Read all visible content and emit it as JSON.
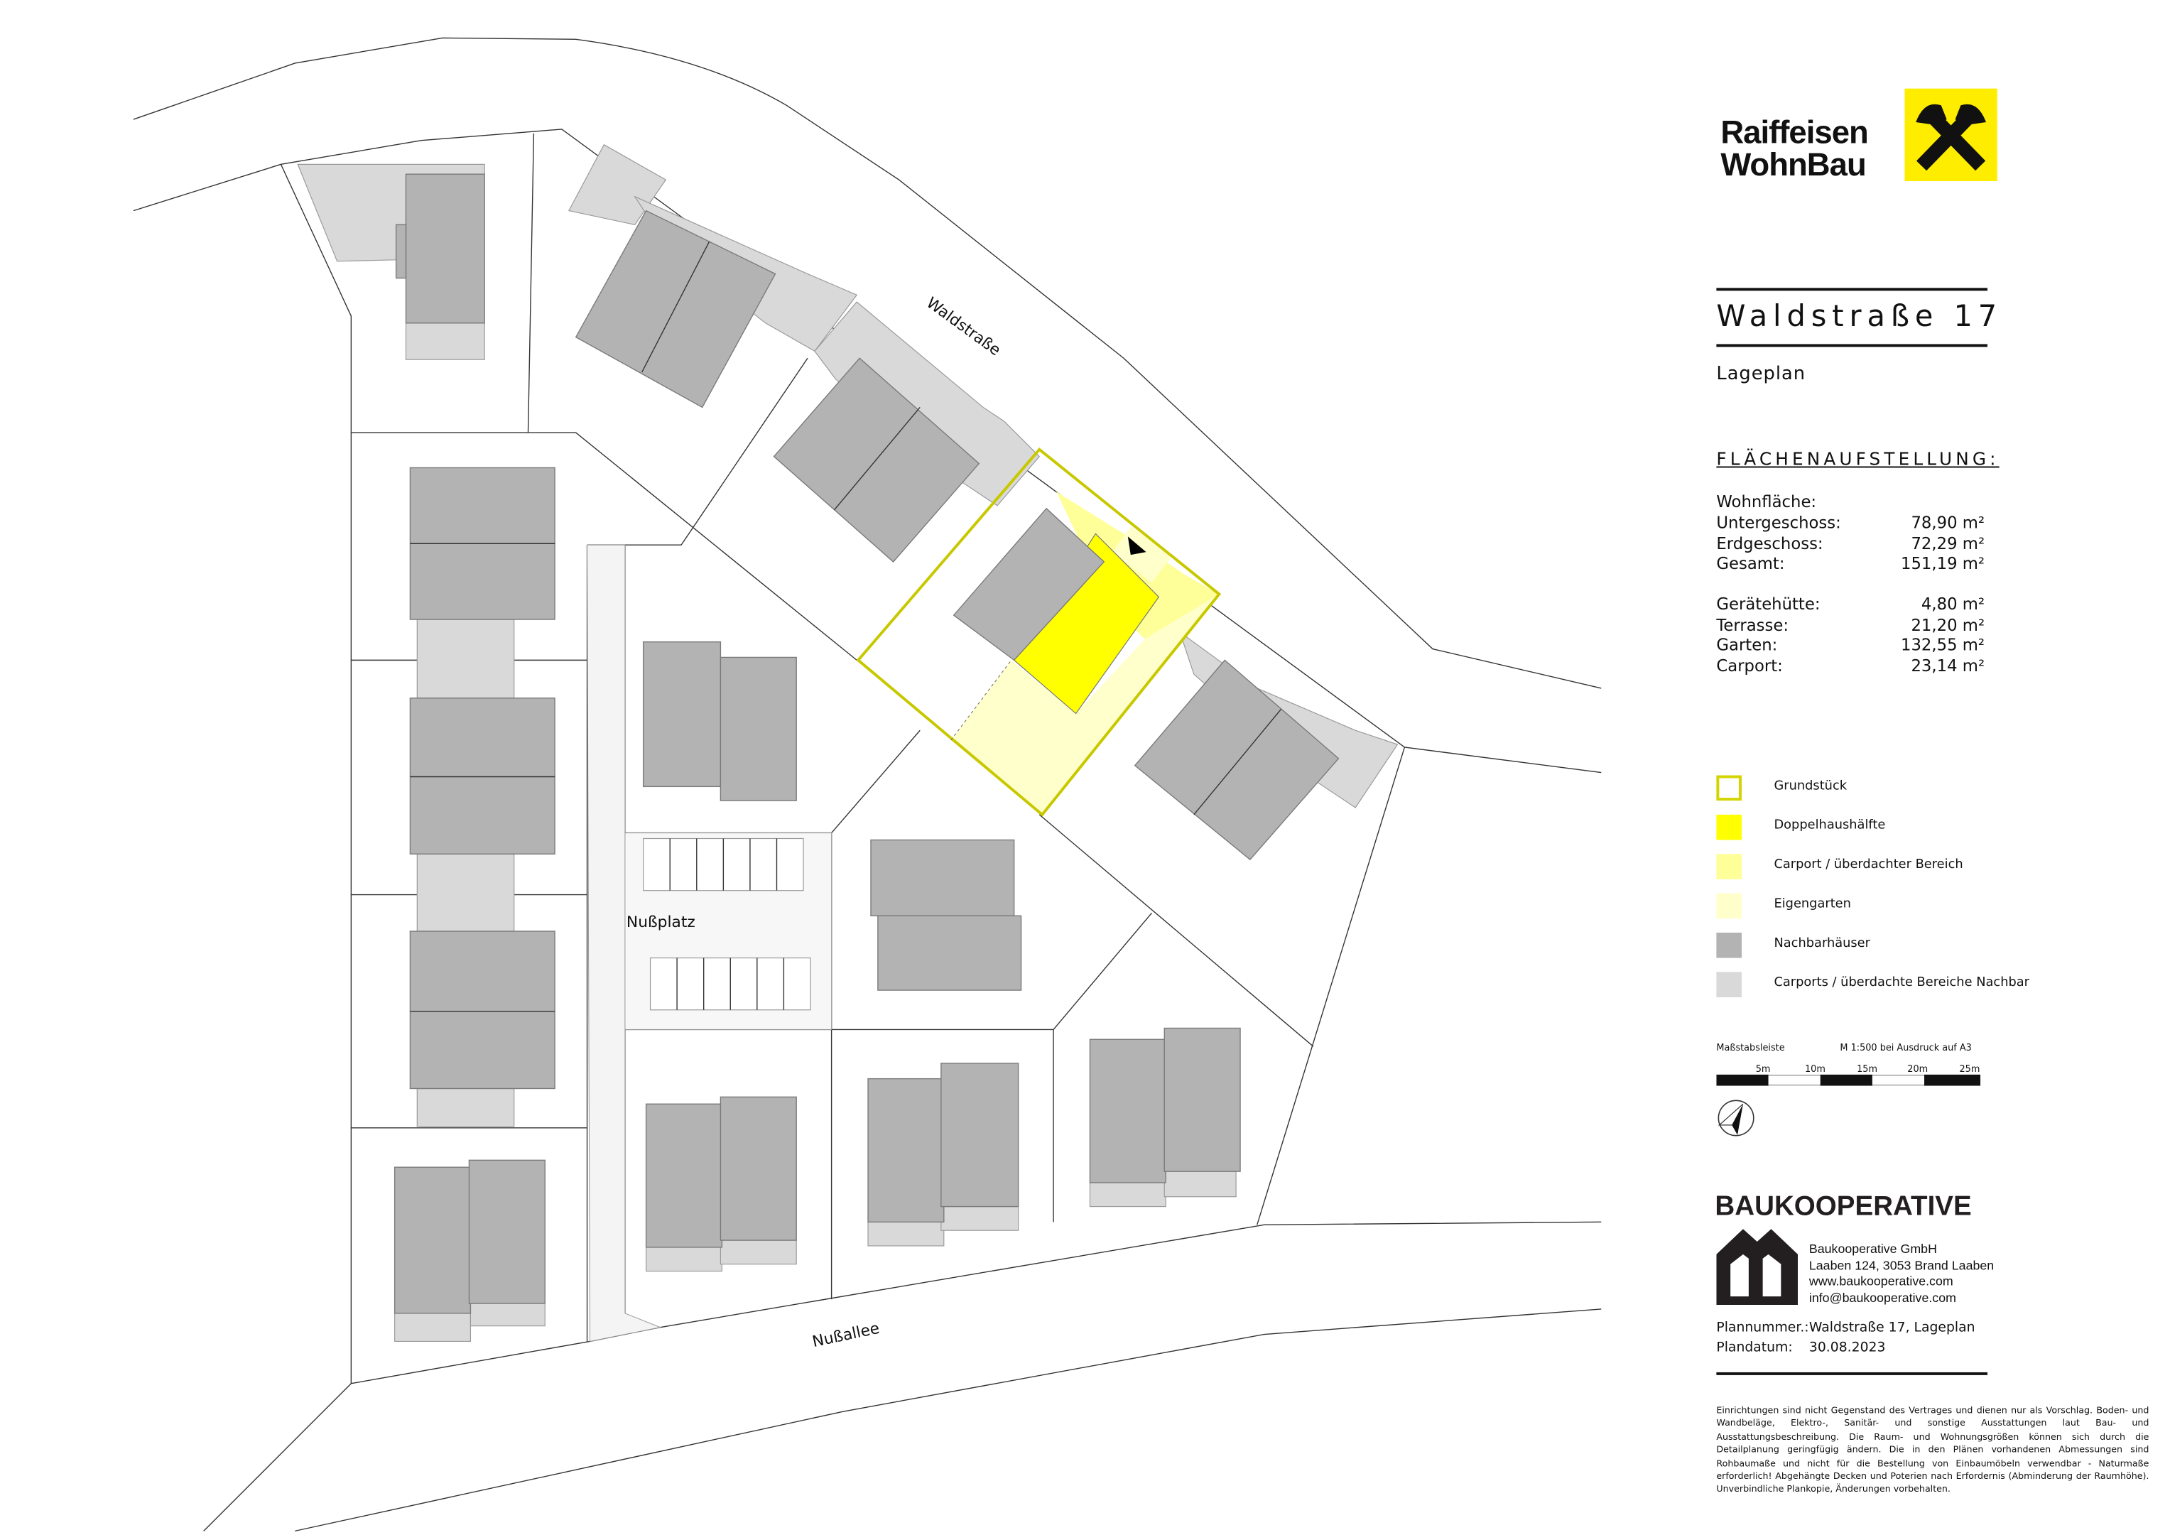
{
  "map": {
    "street_labels": {
      "waldstrasse": "Waldstraße",
      "nussallee": "Nußallee",
      "nussplatz": "Nußplatz"
    }
  },
  "header": {
    "brand_line1": "Raiffeisen",
    "brand_line2": "WohnBau",
    "brand_color": "#ffed00"
  },
  "project": {
    "title": "Waldstraße 17",
    "subtitle": "Lageplan"
  },
  "areas": {
    "heading": "FLÄCHENAUFSTELLUNG:",
    "group_label": "Wohnfläche:",
    "living": [
      {
        "label": "Untergeschoss:",
        "value": "78,90 m²"
      },
      {
        "label": "Erdgeschoss:",
        "value": "72,29 m²"
      },
      {
        "label": "Gesamt:",
        "value": "151,19 m²"
      }
    ],
    "other": [
      {
        "label": "Gerätehütte:",
        "value": "4,80 m²"
      },
      {
        "label": "Terrasse:",
        "value": "21,20 m²"
      },
      {
        "label": "Garten:",
        "value": "132,55 m²"
      },
      {
        "label": "Carport:",
        "value": "23,14 m²"
      }
    ]
  },
  "legend": [
    {
      "label": "Grundstück",
      "color": "#d4d400"
    },
    {
      "label": "Doppelhaushälfte",
      "color": "#ffff00"
    },
    {
      "label": "Carport / überdachter Bereich",
      "color": "#ffff99"
    },
    {
      "label": "Eigengarten",
      "color": "#ffffcc"
    },
    {
      "label": "Nachbarhäuser",
      "color": "#b3b3b3"
    },
    {
      "label": "Carports / überdachte Bereiche Nachbar",
      "color": "#d9d9d9"
    }
  ],
  "scale": {
    "label": "Maßstabsleiste",
    "note": "M 1:500 bei Ausdruck auf A3",
    "ticks": [
      "5m",
      "10m",
      "15m",
      "20m",
      "25m"
    ]
  },
  "company": {
    "name_logo": "BAUKOOPERATIVE",
    "lines": [
      "Baukooperative GmbH",
      "Laaben 124, 3053 Brand Laaben",
      "www.baukooperative.com",
      "info@baukooperative.com"
    ]
  },
  "plan": {
    "number_label": "Plannummer.:",
    "number_value": "Waldstraße 17, Lageplan",
    "date_label": "Plandatum:",
    "date_value": "30.08.2023"
  },
  "disclaimer": "Einrichtungen sind nicht Gegenstand des Vertrages und dienen nur als Vorschlag. Boden- und Wandbeläge, Elektro-, Sanitär- und sonstige Ausstattungen laut Bau- und Ausstattungsbeschreibung. Die Raum- und Wohnungsgrößen können sich durch die Detailplanung geringfügig ändern. Die in den Plänen vorhandenen Abmessungen sind Rohbaumaße und nicht für die Bestellung von Einbaumöbeln verwendbar - Naturmaße erforderlich! Abgehängte Decken und Poterien nach Erfordernis (Abminderung der Raumhöhe). Unverbindliche Plankopie, Änderungen vorbehalten."
}
